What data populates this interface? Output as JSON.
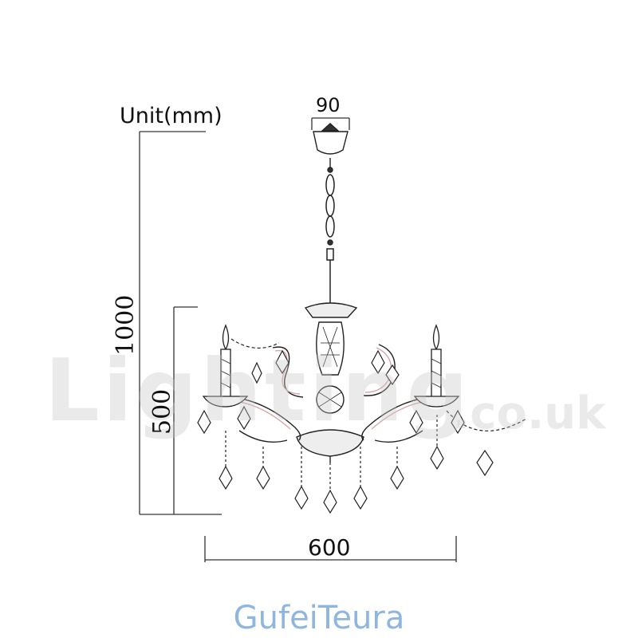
{
  "labels": {
    "unit": "Unit(mm)",
    "canopy_width": "90",
    "overall_width": "600",
    "overall_height": "1000",
    "body_height": "500"
  },
  "watermark": {
    "main": "Lighting",
    "domain": ".co.uk"
  },
  "brand": "GufeiTeura",
  "colors": {
    "line": "#222222",
    "arm_accent": "#d9a7a7",
    "brand_text": "#8fb6df",
    "watermark": "#c8c8c8"
  }
}
